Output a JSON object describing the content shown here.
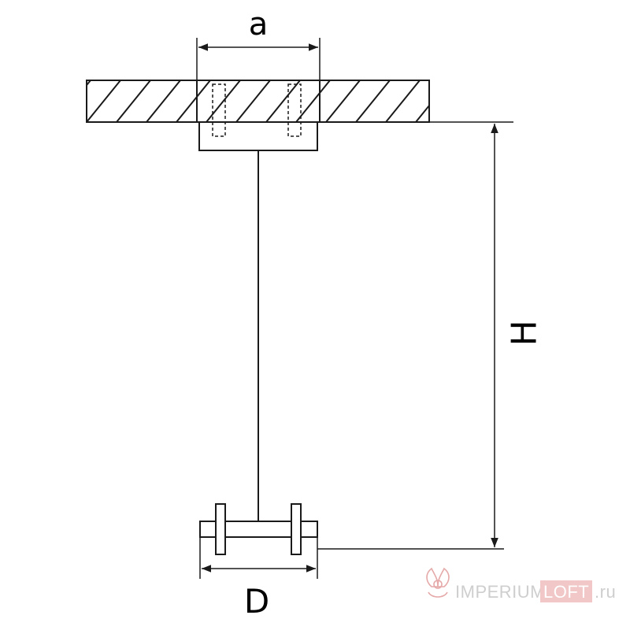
{
  "labels": {
    "a": "a",
    "H": "H",
    "D": "D"
  },
  "watermark": {
    "brand_main": "IMPERIUM",
    "brand_box": "LOFT",
    "domain": ".ru",
    "color_gray": "#c9c9c9",
    "color_box_bg": "#f0c2c2"
  },
  "colors": {
    "line": "#1a1a1a",
    "background": "#ffffff"
  }
}
